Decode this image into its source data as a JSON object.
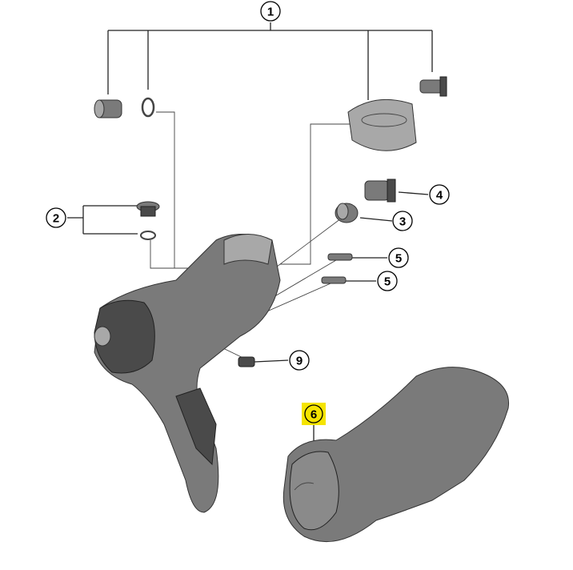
{
  "diagram": {
    "callouts": [
      {
        "id": "c1",
        "label": "1"
      },
      {
        "id": "c2",
        "label": "2"
      },
      {
        "id": "c3",
        "label": "3"
      },
      {
        "id": "c4",
        "label": "4"
      },
      {
        "id": "c5a",
        "label": "5"
      },
      {
        "id": "c5b",
        "label": "5"
      },
      {
        "id": "c9",
        "label": "9"
      },
      {
        "id": "c6",
        "label": "6"
      }
    ],
    "colors": {
      "highlight": "#f5e400",
      "part": "#7a7a7a",
      "line": "#222222"
    }
  }
}
